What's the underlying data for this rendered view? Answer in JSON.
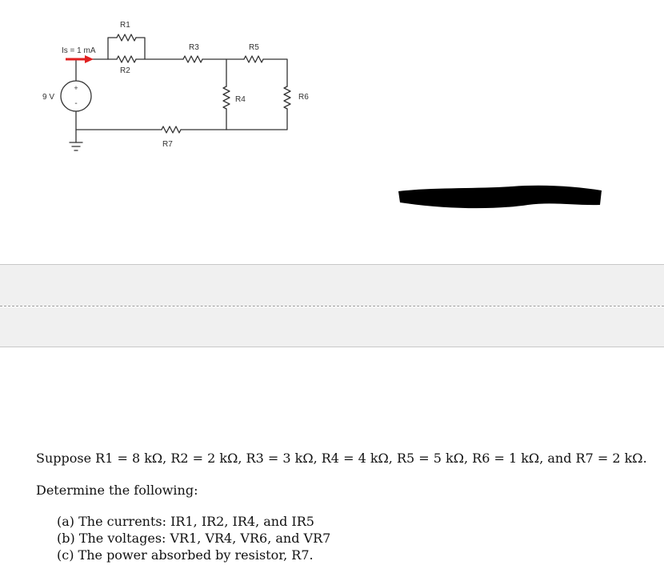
{
  "circuit": {
    "source_voltage_label": "9 V",
    "current_source_label": "Is = 1 mA",
    "source_plus_sign": "+",
    "source_minus_sign": "-",
    "resistor_labels": {
      "r1": "R1",
      "r2": "R2",
      "r3": "R3",
      "r4": "R4",
      "r5": "R5",
      "r6": "R6",
      "r7": "R7"
    },
    "colors": {
      "wire": "#333333",
      "current_arrow": "#e02020",
      "redaction": "#000000"
    }
  },
  "problem": {
    "statement": "Suppose R1 = 8 kΩ, R2 = 2 kΩ, R3 = 3 kΩ, R4 = 4 kΩ, R5 = 5 kΩ, R6 = 1 kΩ, and R7 = 2 kΩ.",
    "prompt": "Determine the following:",
    "items": [
      "(a) The currents:  IR1, IR2, IR4, and IR5",
      "(b) The voltages:  VR1, VR4, VR6, and VR7",
      "(c) The power absorbed by resistor, R7."
    ]
  }
}
